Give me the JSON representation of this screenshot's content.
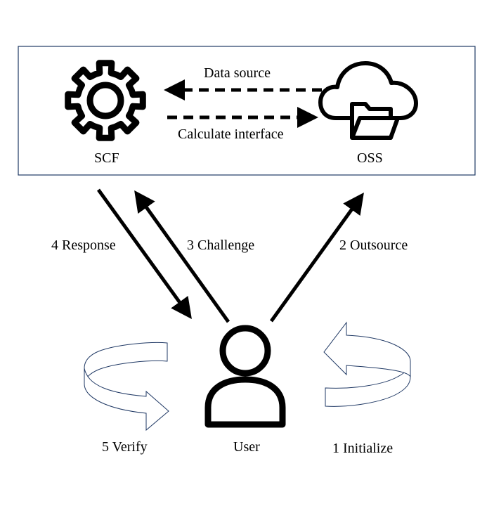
{
  "nodes": {
    "scf": {
      "label": "SCF",
      "icon": "gear-icon"
    },
    "oss": {
      "label": "OSS",
      "icon": "cloud-folder-icon"
    },
    "user": {
      "label": "User",
      "icon": "user-icon"
    }
  },
  "edges": {
    "data_source": "Data source",
    "calculate_interface": "Calculate interface",
    "response": "4 Response",
    "challenge": "3 Challenge",
    "outsource": "2 Outsource"
  },
  "cycles": {
    "verify": "5 Verify",
    "initialize": "1 Initialize"
  },
  "colors": {
    "stroke": "#000000",
    "box_border": "#1f3864",
    "cycle_stroke": "#1f3864",
    "background": "#ffffff"
  }
}
